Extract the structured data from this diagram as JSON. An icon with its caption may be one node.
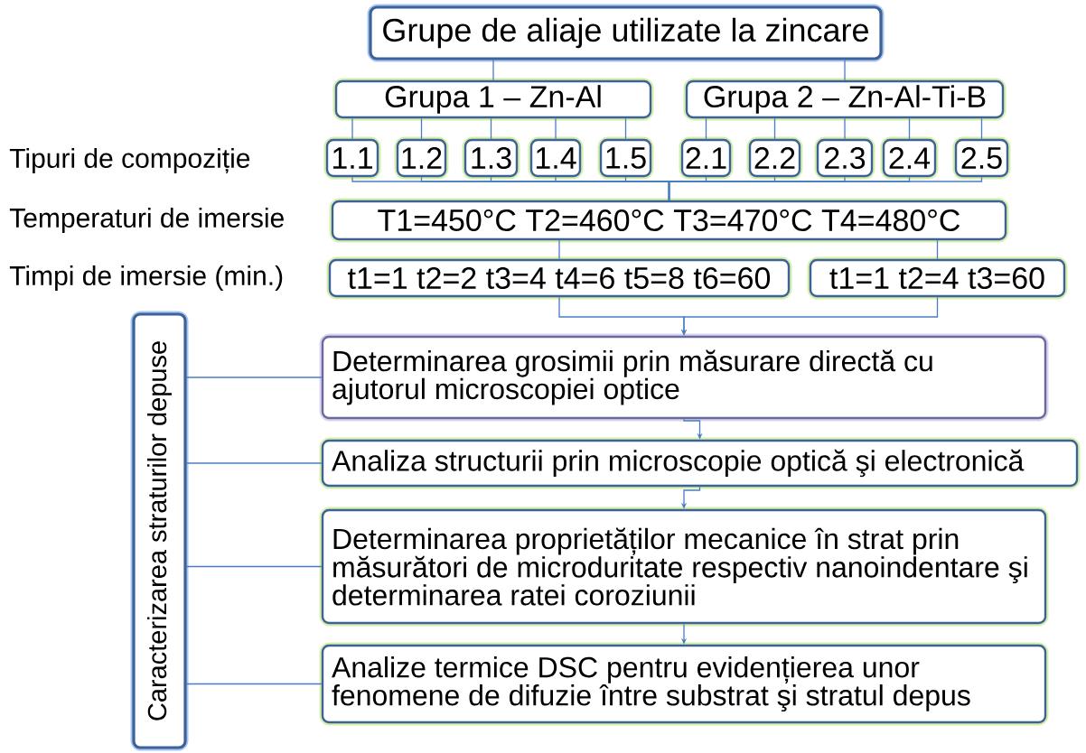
{
  "diagram": {
    "nodes": [
      {
        "text": [
          "Grupe de aliaje utilizate la zincare"
        ]
      },
      {
        "text": [
          "Grupa 1 – Zn-Al"
        ]
      },
      {
        "text": [
          "Grupa 2 – Zn-Al-Ti-B"
        ]
      },
      {
        "text": [
          "1.1"
        ]
      },
      {
        "text": [
          "1.2"
        ]
      },
      {
        "text": [
          "1.3"
        ]
      },
      {
        "text": [
          "1.4"
        ]
      },
      {
        "text": [
          "1.5"
        ]
      },
      {
        "text": [
          "2.1"
        ]
      },
      {
        "text": [
          "2.2"
        ]
      },
      {
        "text": [
          "2.3"
        ]
      },
      {
        "text": [
          "2.4"
        ]
      },
      {
        "text": [
          "2.5"
        ]
      },
      {
        "text": [
          "T1=450°C T2=460°C T3=470°C T4=480°C"
        ]
      },
      {
        "text": [
          "t1=1 t2=2 t3=4 t4=6 t5=8 t6=60"
        ]
      },
      {
        "text": [
          "t1=1 t2=4 t3=60"
        ]
      },
      {
        "text": [
          "Caracterizarea straturilor depuse"
        ]
      },
      {
        "text": [
          "Determinarea grosimii prin măsurare directă cu ajutorul microscopiei optice"
        ]
      },
      {
        "text": [
          "Analiza structurii prin microscopie optică şi electronică"
        ]
      },
      {
        "text": [
          "Determinarea proprietăților mecanice în strat prin măsurători de microduritate respectiv nanoindentare şi determinarea ratei coroziunii"
        ]
      },
      {
        "text": [
          "Analize termice DSC pentru evidențierea unor fenomene de difuzie între substrat şi stratul depus"
        ]
      }
    ],
    "edges": [
      {
        "from": 0,
        "to": 1,
        "arrow": "none"
      },
      {
        "from": 0,
        "to": 2,
        "arrow": "none"
      },
      {
        "from": 1,
        "to": 3,
        "arrow": "none"
      },
      {
        "from": 1,
        "to": 4,
        "arrow": "none"
      },
      {
        "from": 1,
        "to": 5,
        "arrow": "none"
      },
      {
        "from": 1,
        "to": 6,
        "arrow": "none"
      },
      {
        "from": 1,
        "to": 7,
        "arrow": "none"
      },
      {
        "from": 2,
        "to": 8,
        "arrow": "none"
      },
      {
        "from": 2,
        "to": 9,
        "arrow": "none"
      },
      {
        "from": 2,
        "to": 10,
        "arrow": "none"
      },
      {
        "from": 2,
        "to": 11,
        "arrow": "none"
      },
      {
        "from": 2,
        "to": 12,
        "arrow": "none"
      },
      {
        "from": 3,
        "to": 13,
        "arrow": "none"
      },
      {
        "from": 4,
        "to": 13,
        "arrow": "none"
      },
      {
        "from": 5,
        "to": 13,
        "arrow": "none"
      },
      {
        "from": 6,
        "to": 13,
        "arrow": "none"
      },
      {
        "from": 7,
        "to": 13,
        "arrow": "none"
      },
      {
        "from": 8,
        "to": 13,
        "arrow": "none"
      },
      {
        "from": 9,
        "to": 13,
        "arrow": "none"
      },
      {
        "from": 10,
        "to": 13,
        "arrow": "none"
      },
      {
        "from": 11,
        "to": 13,
        "arrow": "none"
      },
      {
        "from": 12,
        "to": 13,
        "arrow": "none"
      },
      {
        "from": 13,
        "to": 14,
        "arrow": "none"
      },
      {
        "from": 13,
        "to": 15,
        "arrow": "none"
      },
      {
        "from": 14,
        "to": 17,
        "arrow": "to"
      },
      {
        "from": 15,
        "to": 17,
        "arrow": "to"
      },
      {
        "from": 17,
        "to": 18,
        "arrow": "to"
      },
      {
        "from": 18,
        "to": 19,
        "arrow": "to"
      },
      {
        "from": 19,
        "to": 20,
        "arrow": "to"
      },
      {
        "from": 16,
        "to": 17,
        "arrow": "none"
      },
      {
        "from": 16,
        "to": 18,
        "arrow": "none"
      },
      {
        "from": 16,
        "to": 19,
        "arrow": "none"
      },
      {
        "from": 16,
        "to": 20,
        "arrow": "none"
      }
    ],
    "labels": [
      "Tipuri de compoziție",
      "Temperaturi de imersie",
      "Timpi de imersie (min.)"
    ]
  }
}
